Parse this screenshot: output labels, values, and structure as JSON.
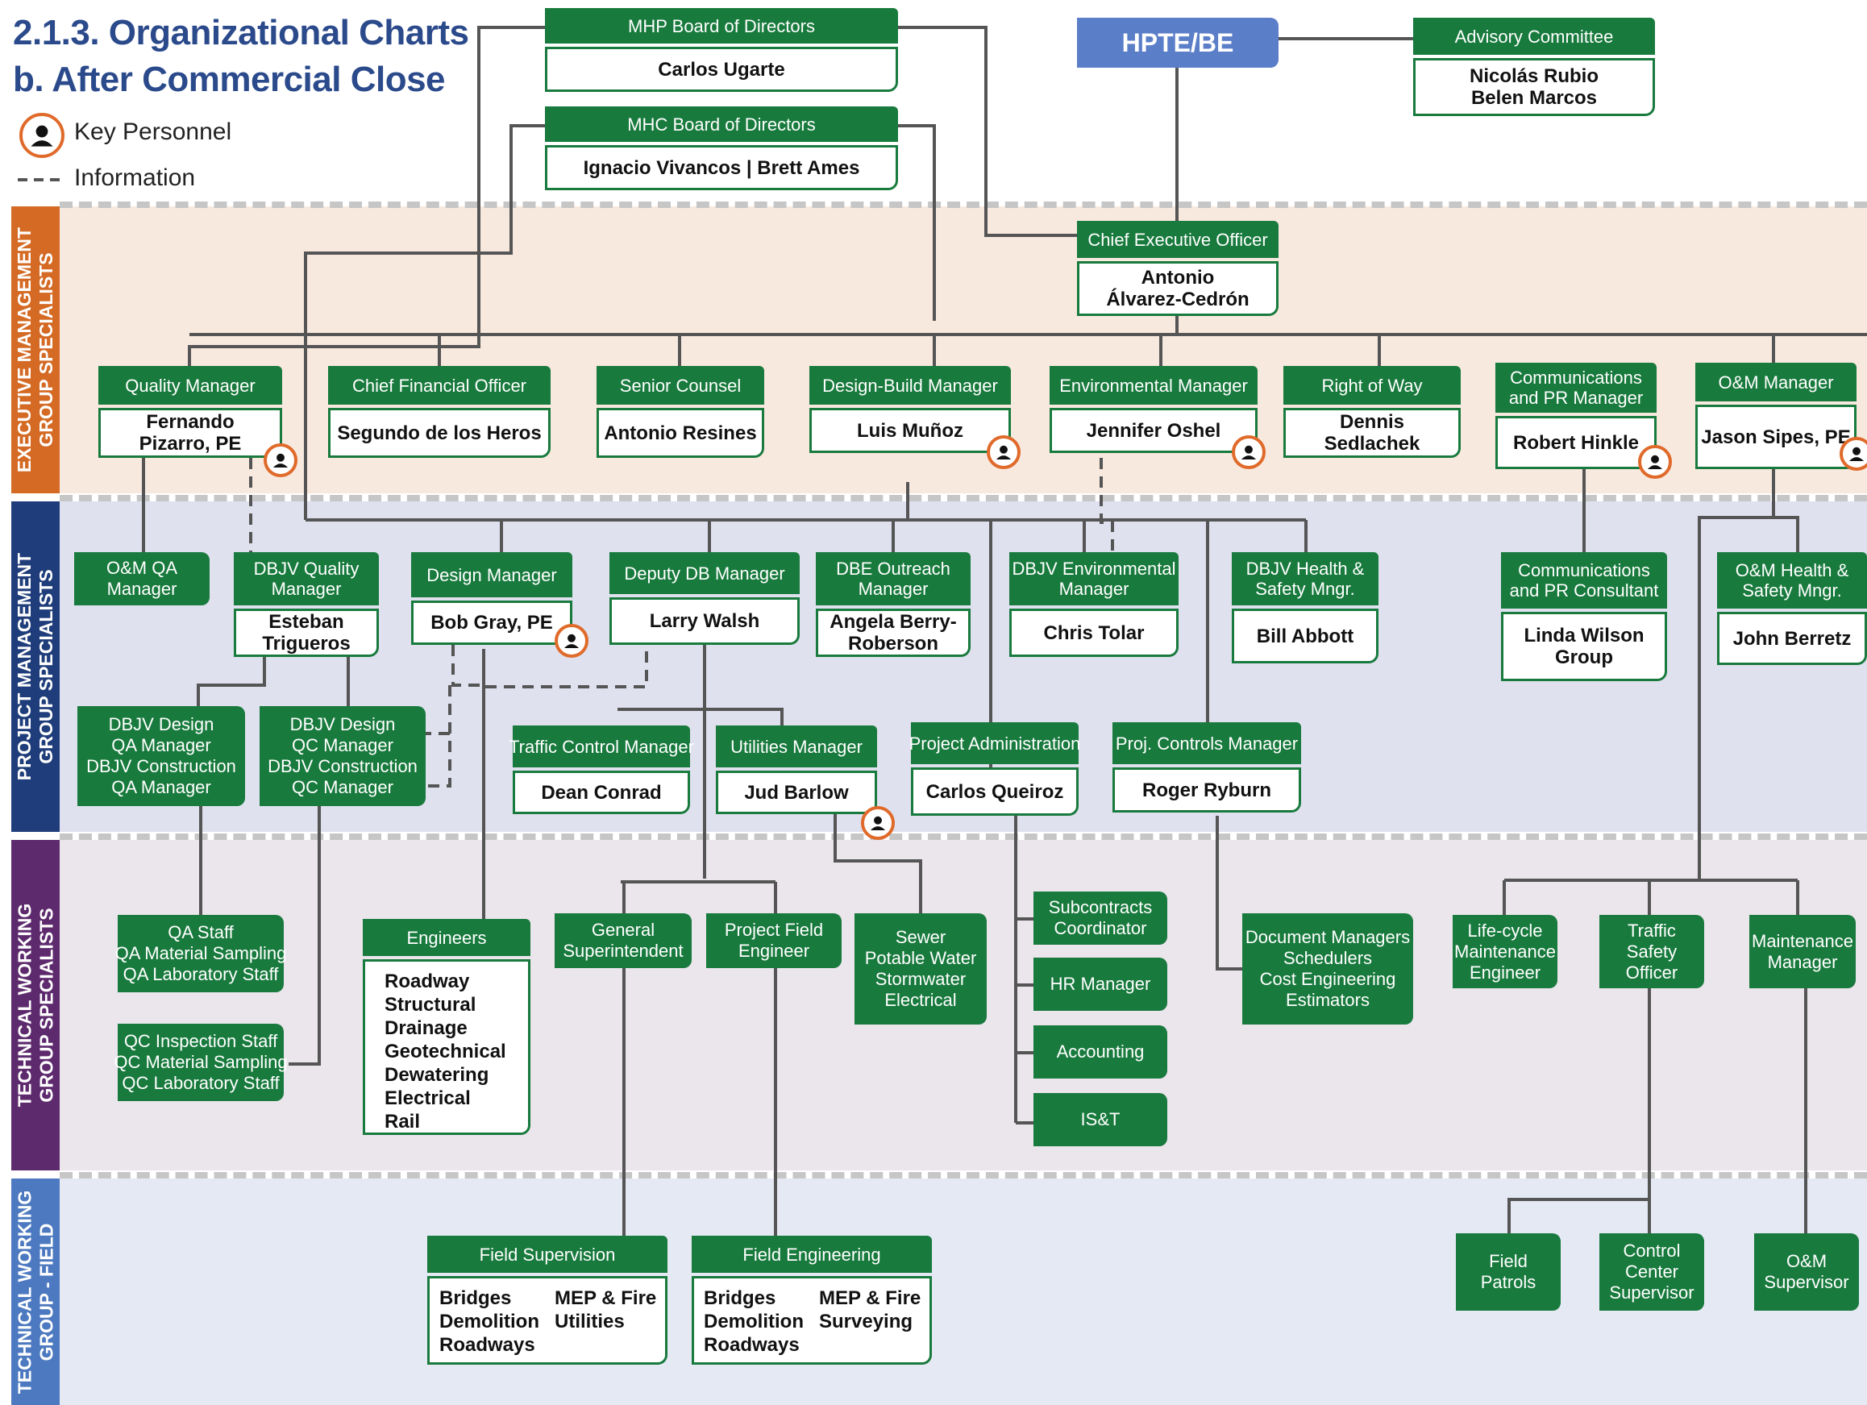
{
  "title": {
    "line1": "2.1.3. Organizational Charts",
    "line2": "b. After Commercial Close"
  },
  "legend": {
    "key_personnel": "Key Personnel",
    "information": "Information"
  },
  "colors": {
    "green": "#187a3d",
    "orange": "#e06a2a",
    "blue": "#5b7ec8",
    "exec_band": "#f8e9df",
    "pm_band": "#dfe1ee",
    "tech_band": "#ebe5ec",
    "field_band": "#e4e9f4"
  },
  "bands": {
    "exec": "EXECUTIVE MANAGEMENT\nGROUP SPECIALISTS",
    "pm": "PROJECT MANAGEMENT\nGROUP SPECIALISTS",
    "tech": "TECHNICAL WORKING\nGROUP SPECIALISTS",
    "field": "TECHNICAL WORKING\nGROUP - FIELD"
  },
  "top": {
    "hpte": "HPTE/BE",
    "mhp": {
      "title": "MHP Board of Directors",
      "name": "Carlos Ugarte"
    },
    "mhc": {
      "title": "MHC Board of Directors",
      "name": "Ignacio Vivancos | Brett Ames"
    },
    "advisory": {
      "title": "Advisory Committee",
      "name": "Nicolás Rubio\nBelen Marcos"
    },
    "ceo": {
      "title": "Chief Executive Officer",
      "name": "Antonio\nÁlvarez-Cedrón"
    }
  },
  "exec": {
    "quality": {
      "title": "Quality Manager",
      "name": "Fernando\nPizarro, PE"
    },
    "cfo": {
      "title": "Chief Financial Officer",
      "name": "Segundo de los Heros"
    },
    "counsel": {
      "title": "Senior Counsel",
      "name": "Antonio Resines"
    },
    "db": {
      "title": "Design-Build Manager",
      "name": "Luis Muñoz"
    },
    "env": {
      "title": "Environmental Manager",
      "name": "Jennifer Oshel"
    },
    "row": {
      "title": "Right of Way",
      "name": "Dennis\nSedlachek"
    },
    "comm": {
      "title": "Communications\nand PR Manager",
      "name": "Robert Hinkle"
    },
    "om": {
      "title": "O&M Manager",
      "name": "Jason Sipes, PE"
    }
  },
  "pm": {
    "omqa": "O&M QA\nManager",
    "dbjvq": {
      "title": "DBJV Quality\nManager",
      "name": "Esteban\nTrigueros"
    },
    "design": {
      "title": "Design Manager",
      "name": "Bob Gray, PE"
    },
    "deputy": {
      "title": "Deputy DB Manager",
      "name": "Larry Walsh"
    },
    "dbe": {
      "title": "DBE Outreach\nManager",
      "name": "Angela Berry-\nRoberson"
    },
    "dbjvenv": {
      "title": "DBJV Environmental\nManager",
      "name": "Chris Tolar"
    },
    "dbjvhs": {
      "title": "DBJV Health &\nSafety Mngr.",
      "name": "Bill Abbott"
    },
    "commcons": {
      "title": "Communications\nand PR Consultant",
      "name": "Linda Wilson\nGroup"
    },
    "omhs": {
      "title": "O&M Health &\nSafety Mngr.",
      "name": "John Berretz"
    },
    "dbjvdqa": "DBJV Design\nQA Manager\nDBJV Construction\nQA Manager",
    "dbjvdqc": "DBJV Design\nQC Manager\nDBJV Construction\nQC Manager",
    "traffic": {
      "title": "Traffic Control Manager",
      "name": "Dean Conrad"
    },
    "util": {
      "title": "Utilities Manager",
      "name": "Jud Barlow"
    },
    "admin": {
      "title": "Project Administration",
      "name": "Carlos Queiroz"
    },
    "controls": {
      "title": "Proj. Controls Manager",
      "name": "Roger Ryburn"
    }
  },
  "tech": {
    "qastaff": "QA Staff\nQA Material Sampling\nQA Laboratory Staff",
    "qcstaff": "QC Inspection Staff\nQC Material Sampling\nQC Laboratory Staff",
    "engineers": {
      "title": "Engineers",
      "items": "Roadway\nStructural\nDrainage\nGeotechnical\nDewatering\nElectrical\nRail"
    },
    "gensup": "General\nSuperintendent",
    "pfe": "Project Field\nEngineer",
    "sewer": "Sewer\nPotable Water\nStormwater\nElectrical",
    "subc": "Subcontracts\nCoordinator",
    "hr": "HR Manager",
    "acct": "Accounting",
    "ist": "IS&T",
    "docs": "Document Managers\nSchedulers\nCost Engineering\nEstimators",
    "lifecycle": "Life-cycle\nMaintenance\nEngineer",
    "tso": "Traffic\nSafety\nOfficer",
    "maint": "Maintenance\nManager"
  },
  "field": {
    "supervision": {
      "title": "Field Supervision",
      "col1": "Bridges\nDemolition\nRoadways",
      "col2": "MEP & Fire\nUtilities"
    },
    "engineering": {
      "title": "Field Engineering",
      "col1": "Bridges\nDemolition\nRoadways",
      "col2": "MEP & Fire\nSurveying"
    },
    "patrols": "Field\nPatrols",
    "ccs": "Control\nCenter\nSupervisor",
    "omsup": "O&M\nSupervisor"
  }
}
